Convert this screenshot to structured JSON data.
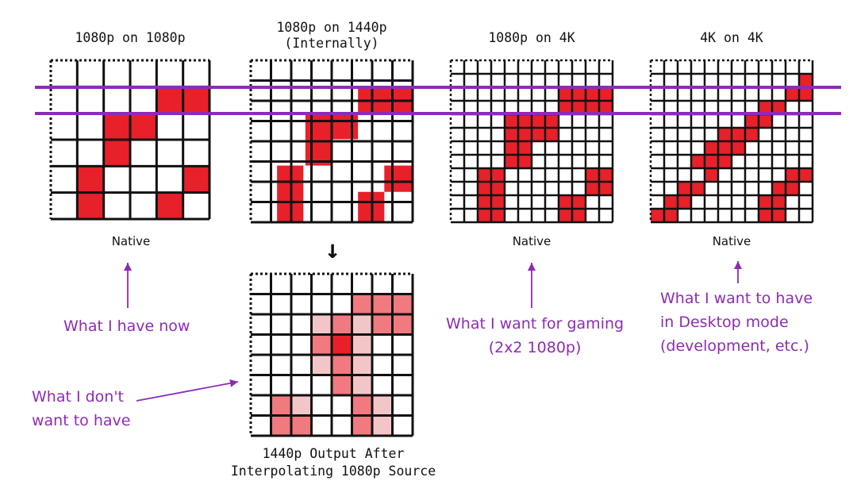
{
  "panels": [
    {
      "title": "1080p on 1080p",
      "label": "Native",
      "rows": [
        "000000",
        "0000RR",
        "00RR00",
        "00R000",
        "0R000R",
        "0R00R0"
      ]
    },
    {
      "title": "1080p on 1440p\n(Internally)",
      "label": ""
    },
    {
      "title": "1080p on 4K",
      "label": "Native",
      "rows": [
        "000000000000",
        "000000000000",
        "00000000RRRR",
        "00000000RRRR",
        "0000RRRR0000",
        "0000RRRR0000",
        "0000RR000000",
        "0000RR000000",
        "00RR000000RR",
        "00RR000000RR",
        "00RR0000RR00",
        "00RR0000RR00"
      ]
    },
    {
      "title": "4K on 4K",
      "label": "Native",
      "rows": [
        "000000000000",
        "00000000000R",
        "0000000000RR",
        "00000000RR00",
        "0000000RR000",
        "00000RRR0000",
        "0000RRR00000",
        "000RRR000000",
        "0000R00000RR",
        "00RR00000RR0",
        "0RR00000RR00",
        "RR000000RR00"
      ]
    }
  ],
  "arrow_down": "↓",
  "interpolated": {
    "caption": "1440p Output After\nInterpolating 1080p Source",
    "rows": [
      "00000000",
      "00000333",
      "00023233",
      "00034200",
      "00023200",
      "00003200",
      "03200320",
      "03300320"
    ]
  },
  "notes": {
    "have_now": "What I have now",
    "dont_want": "What I don't\nwant to have",
    "gaming": "What I want for gaming\n(2x2 1080p)",
    "desktop": "What I want to have\nin Desktop mode\n(development, etc.)"
  },
  "colors": {
    "red": "#e8202a",
    "red_light": "#f07a7f",
    "pink": "#f2c6c8",
    "purple": "#8e2bb5",
    "grid": "#111111"
  }
}
